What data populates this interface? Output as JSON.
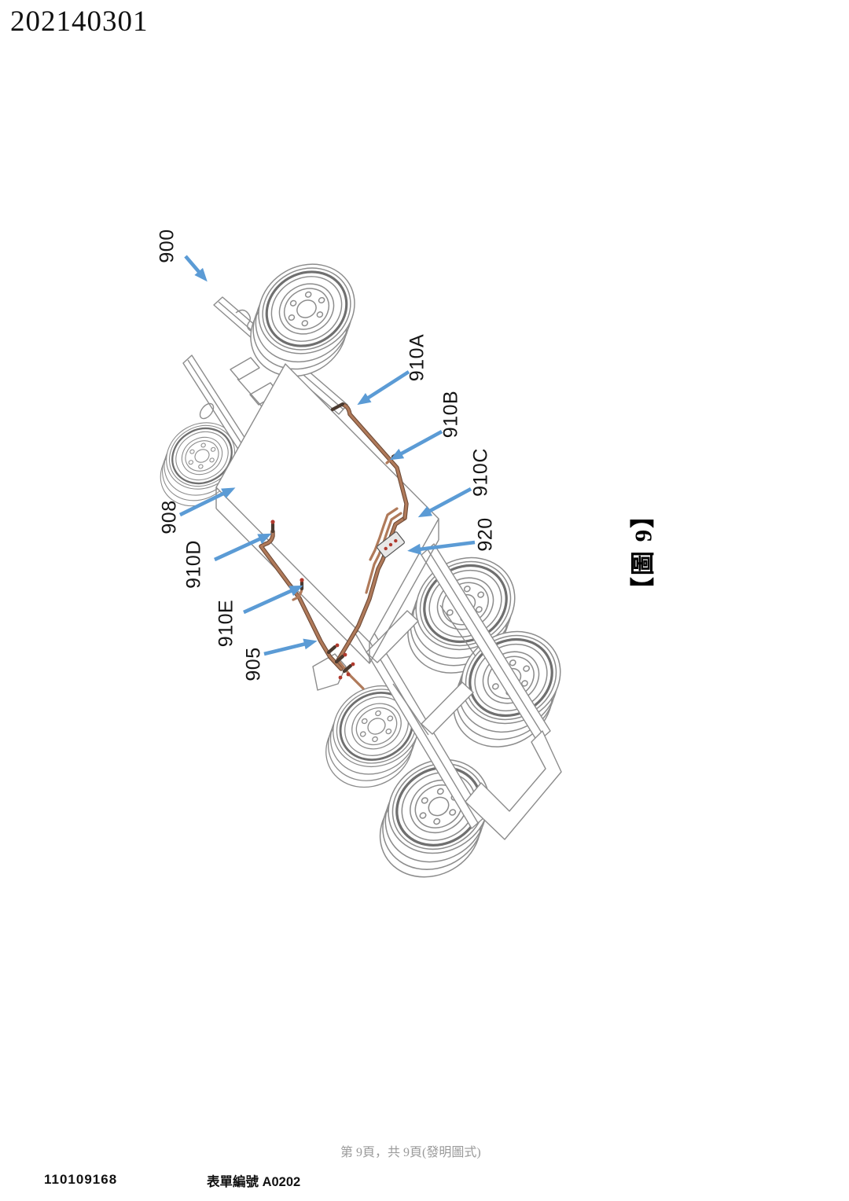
{
  "page": {
    "publication_number": "202140301",
    "figure_caption": "【圖 9】",
    "page_footer": "第 9頁，共 9頁(發明圖式)",
    "application_number": "110109168",
    "form_label": "表單編號 A0202"
  },
  "figure": {
    "description": "isometric patent line drawing of truck chassis 900 with fuel pipes",
    "callouts": [
      {
        "id": "900",
        "label": "900"
      },
      {
        "id": "910A",
        "label": "910A"
      },
      {
        "id": "910B",
        "label": "910B"
      },
      {
        "id": "910C",
        "label": "910C"
      },
      {
        "id": "920",
        "label": "920"
      },
      {
        "id": "908",
        "label": "908"
      },
      {
        "id": "910D",
        "label": "910D"
      },
      {
        "id": "910E",
        "label": "910E"
      },
      {
        "id": "905",
        "label": "905"
      }
    ],
    "colors": {
      "arrow": "#5b9bd5",
      "pipe": "#b07a5a",
      "pipe_dark": "#6e4a36",
      "line": "#8c8c8c",
      "tip": "#b03a2e"
    }
  }
}
